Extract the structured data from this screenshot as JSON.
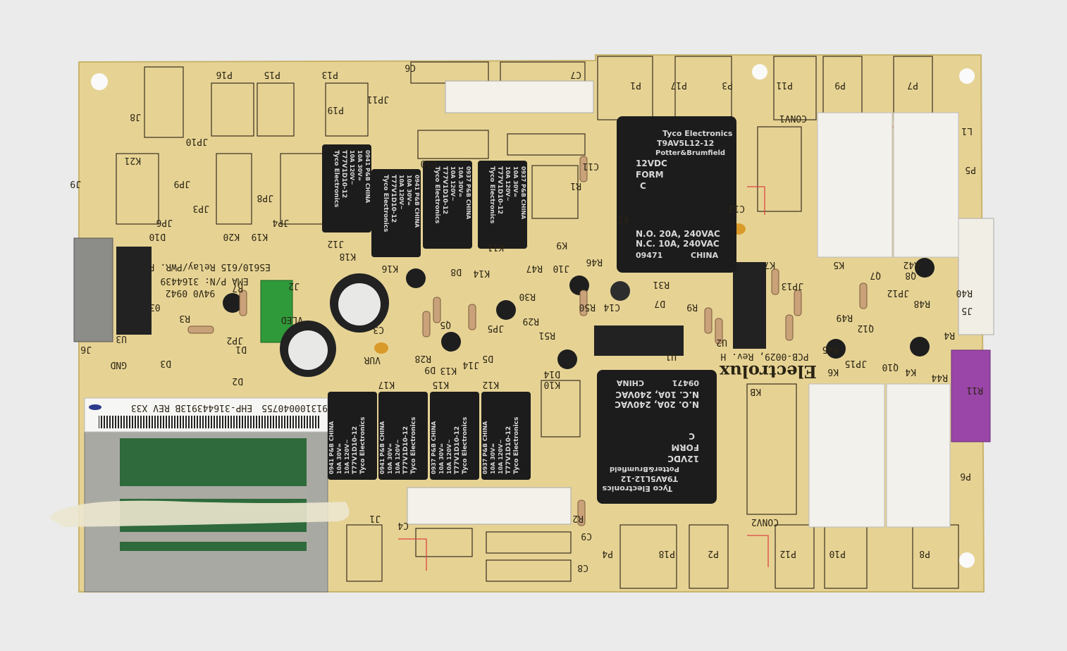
{
  "board": {
    "pcb_title": "ES610/615 Relay/PWR. PCB",
    "part_number": "EMA P/N: 3164439",
    "date_code": "94V0 0942",
    "vendor_code": "03V0",
    "brand": "Electrolux",
    "board_rev": "PCB-0029, Rev. H"
  },
  "label": {
    "line1": "3913100040755",
    "line2": "EHP-316443913B REV X33"
  },
  "large_relay": {
    "maker": "Tyco Electronics",
    "model": "T9AV5L12-12",
    "brand": "Potter&Brumfield",
    "coil": "12VDC",
    "form": "FORM",
    "form_type": "C",
    "no_rating": "N.O. 20A, 240VAC",
    "nc_rating": "N.C. 10A, 240VAC",
    "date": "09471",
    "origin": "CHINA"
  },
  "small_relay": {
    "maker": "Tyco Electronics",
    "model": "T77V1D10-12",
    "rating1": "10A 120V~",
    "rating2": "10A 30V=",
    "codes": [
      "0941 P&B CHINA",
      "0941 P&B CHINA",
      "0937 P&B CHINA",
      "0937 P&B CHINA"
    ]
  },
  "refdes": {
    "top": [
      "P13",
      "P16",
      "P15",
      "P19",
      "JP11",
      "C6",
      "C7",
      "P1",
      "P17",
      "P3",
      "P11",
      "P9",
      "P7",
      "CONV1",
      "L1",
      "P5"
    ],
    "bottom": [
      "P4",
      "P18",
      "P2",
      "P12",
      "P10",
      "P8",
      "CONV2",
      "J1",
      "C4",
      "C8",
      "C9",
      "R2",
      "P6"
    ],
    "left": [
      "J8",
      "J9",
      "K21",
      "JP10",
      "JP9",
      "JP3",
      "JP4",
      "JP8",
      "K20",
      "K19",
      "K18",
      "J12",
      "D10",
      "JP6",
      "J6",
      "U3",
      "R3",
      "R7",
      "J2",
      "VLED",
      "JP2",
      "GND",
      "D3",
      "D1",
      "D2",
      "C3",
      "VUR"
    ],
    "mid": [
      "K16",
      "K11",
      "K9",
      "K1",
      "C10",
      "C11",
      "C12",
      "R1",
      "R47",
      "R46",
      "J10",
      "C14",
      "R50",
      "D7",
      "R31",
      "R30",
      "R29",
      "R51",
      "D14",
      "K10",
      "K13",
      "K17",
      "K15",
      "K12",
      "J14",
      "D9",
      "R28",
      "D5",
      "Q5",
      "JP5",
      "U1",
      "D8",
      "K14"
    ],
    "right": [
      "K7",
      "K5",
      "K6",
      "K4",
      "KB",
      "U2",
      "Q12",
      "Q10",
      "R44",
      "R11",
      "J5",
      "R40",
      "R48",
      "JP12",
      "JP13",
      "JP15",
      "R45",
      "R49",
      "Q8",
      "Q7",
      "R42",
      "R9",
      "R4"
    ]
  },
  "colors": {
    "background": "#ebebeb",
    "board": "#e6d394",
    "relay": "#1c1c1c",
    "connector": "#f4f1ea",
    "purple": "#9a46a8",
    "green_conn": "#2f9a3a"
  }
}
